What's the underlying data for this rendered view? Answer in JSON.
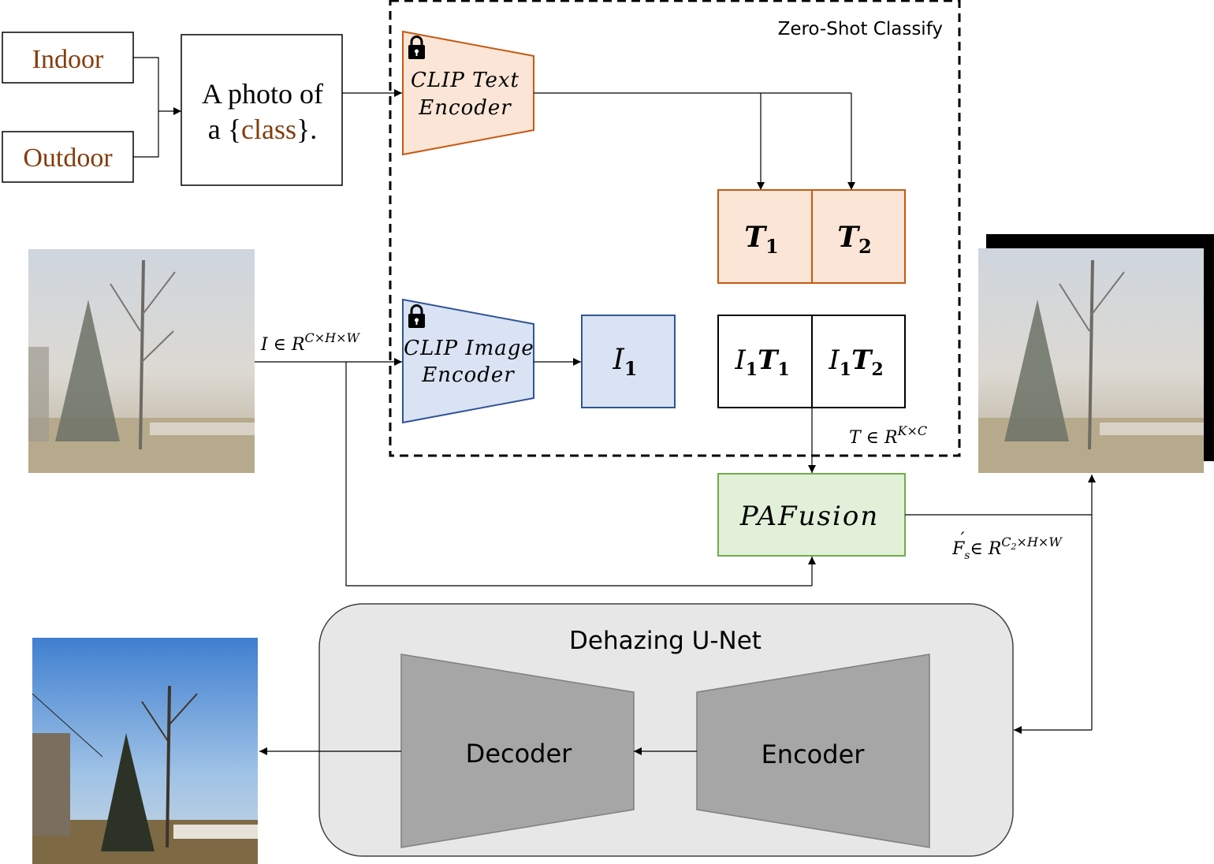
{
  "class_labels": [
    "Indoor",
    "Outdoor"
  ],
  "prompt": {
    "line1": "A photo of",
    "line2_prefix": "a {",
    "line2_class": "class",
    "line2_suffix": "}."
  },
  "zero_shot_label": "Zero-Shot Classify",
  "text_encoder": {
    "line1": "CLIP Text",
    "line2": "Encoder"
  },
  "image_encoder": {
    "line1": "CLIP Image",
    "line2": "Encoder"
  },
  "image_feature": {
    "base": "I",
    "sub": "1"
  },
  "text_features": [
    {
      "base": "T",
      "sub": "1"
    },
    {
      "base": "T",
      "sub": "2"
    }
  ],
  "similarities": [
    {
      "a": "I",
      "a_sub": "1",
      "b": "T",
      "b_sub": "1"
    },
    {
      "a": "I",
      "a_sub": "1",
      "b": "T",
      "b_sub": "2"
    }
  ],
  "input_label": {
    "prefix": "I ∈ R",
    "sup": "C×H×W"
  },
  "text_dim_label": {
    "prefix": "T ∈ R",
    "sup": "K×C"
  },
  "fusion": {
    "label": "PAFusion"
  },
  "fusion_out_label": {
    "f": "F",
    "sub": "s",
    "prime": "′",
    "mid": " ∈ R",
    "sup_c": "C",
    "sup_c_sub": "2",
    "sup_rest": "×H×W"
  },
  "unet": {
    "title": "Dehazing U-Net",
    "decoder": "Decoder",
    "encoder": "Encoder"
  },
  "colors": {
    "text_encoder_fill": "#fbe5d6",
    "text_encoder_stroke": "#c55a11",
    "image_encoder_fill": "#dae3f3",
    "image_encoder_stroke": "#2f5597",
    "fusion_fill": "#e2f0d9",
    "fusion_stroke": "#70ad47",
    "class_text": "#843c0c",
    "unet_fill": "#e7e7e7",
    "unet_block": "#a6a6a6"
  }
}
